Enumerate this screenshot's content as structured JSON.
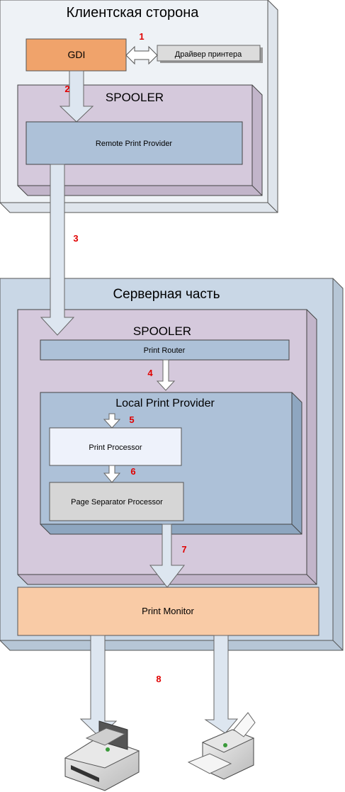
{
  "client": {
    "title": "Клиентская сторона",
    "gdi": "GDI",
    "driver": "Драйвер принтера",
    "spooler": "SPOOLER",
    "remote_provider": "Remote Print Provider"
  },
  "server": {
    "title": "Серверная часть",
    "spooler": "SPOOLER",
    "print_router": "Print Router",
    "local_provider": "Local Print Provider",
    "print_processor": "Print Processor",
    "separator": "Page Separator Processor",
    "print_monitor": "Print Monitor"
  },
  "steps": {
    "s1": "1",
    "s2": "2",
    "s3": "3",
    "s4": "4",
    "s5": "5",
    "s6": "6",
    "s7": "7",
    "s8": "8"
  },
  "colors": {
    "outer_box": "#c9d7e6",
    "client_box": "#eef2f6",
    "spooler_box": "#d5c9dc",
    "provider_box": "#adc1d8",
    "gdi_box": "#f0a36b",
    "monitor_box": "#f9cba6",
    "step_number": "#e00000",
    "arrow_fill": "#dde6f0"
  }
}
